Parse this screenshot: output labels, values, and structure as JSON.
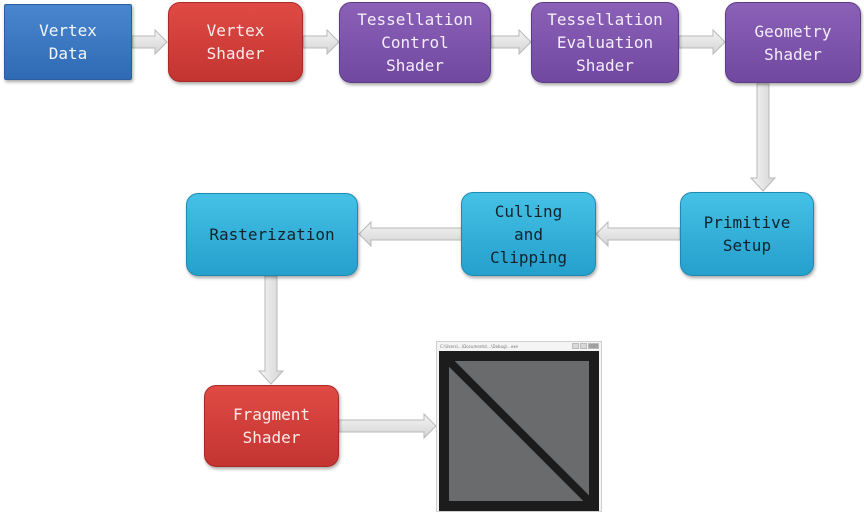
{
  "diagram": {
    "title": "OpenGL rendering pipeline",
    "colors": {
      "data_stage": "#3a78c2",
      "programmable_shader": "#d2403b",
      "optional_shader": "#7e55ab",
      "fixed_function": "#33b2dc",
      "arrow": "#e6e6e6",
      "output_fill": "#6a6b6d",
      "output_frame": "#1c1c1c"
    },
    "nodes": [
      {
        "id": "vertex-data",
        "label": "Vertex\nData",
        "kind": "data"
      },
      {
        "id": "vertex-shader",
        "label": "Vertex\nShader",
        "kind": "programmable"
      },
      {
        "id": "tess-control",
        "label": "Tessellation\nControl\nShader",
        "kind": "optional"
      },
      {
        "id": "tess-eval",
        "label": "Tessellation\nEvaluation\nShader",
        "kind": "optional"
      },
      {
        "id": "geometry-shader",
        "label": "Geometry\nShader",
        "kind": "optional"
      },
      {
        "id": "primitive-setup",
        "label": "Primitive\nSetup",
        "kind": "fixed"
      },
      {
        "id": "culling-clipping",
        "label": "Culling\nand\nClipping",
        "kind": "fixed"
      },
      {
        "id": "rasterization",
        "label": "Rasterization",
        "kind": "fixed"
      },
      {
        "id": "fragment-shader",
        "label": "Fragment\nShader",
        "kind": "programmable"
      }
    ],
    "edges": [
      {
        "from": "vertex-data",
        "to": "vertex-shader"
      },
      {
        "from": "vertex-shader",
        "to": "tess-control"
      },
      {
        "from": "tess-control",
        "to": "tess-eval"
      },
      {
        "from": "tess-eval",
        "to": "geometry-shader"
      },
      {
        "from": "geometry-shader",
        "to": "primitive-setup"
      },
      {
        "from": "primitive-setup",
        "to": "culling-clipping"
      },
      {
        "from": "culling-clipping",
        "to": "rasterization"
      },
      {
        "from": "rasterization",
        "to": "fragment-shader"
      },
      {
        "from": "fragment-shader",
        "to": "output-window"
      }
    ],
    "output_window": {
      "title": "C:\\Users\\...\\Documents\\...\\Debug\\...exe",
      "content": "gray square split by black diagonal"
    }
  }
}
